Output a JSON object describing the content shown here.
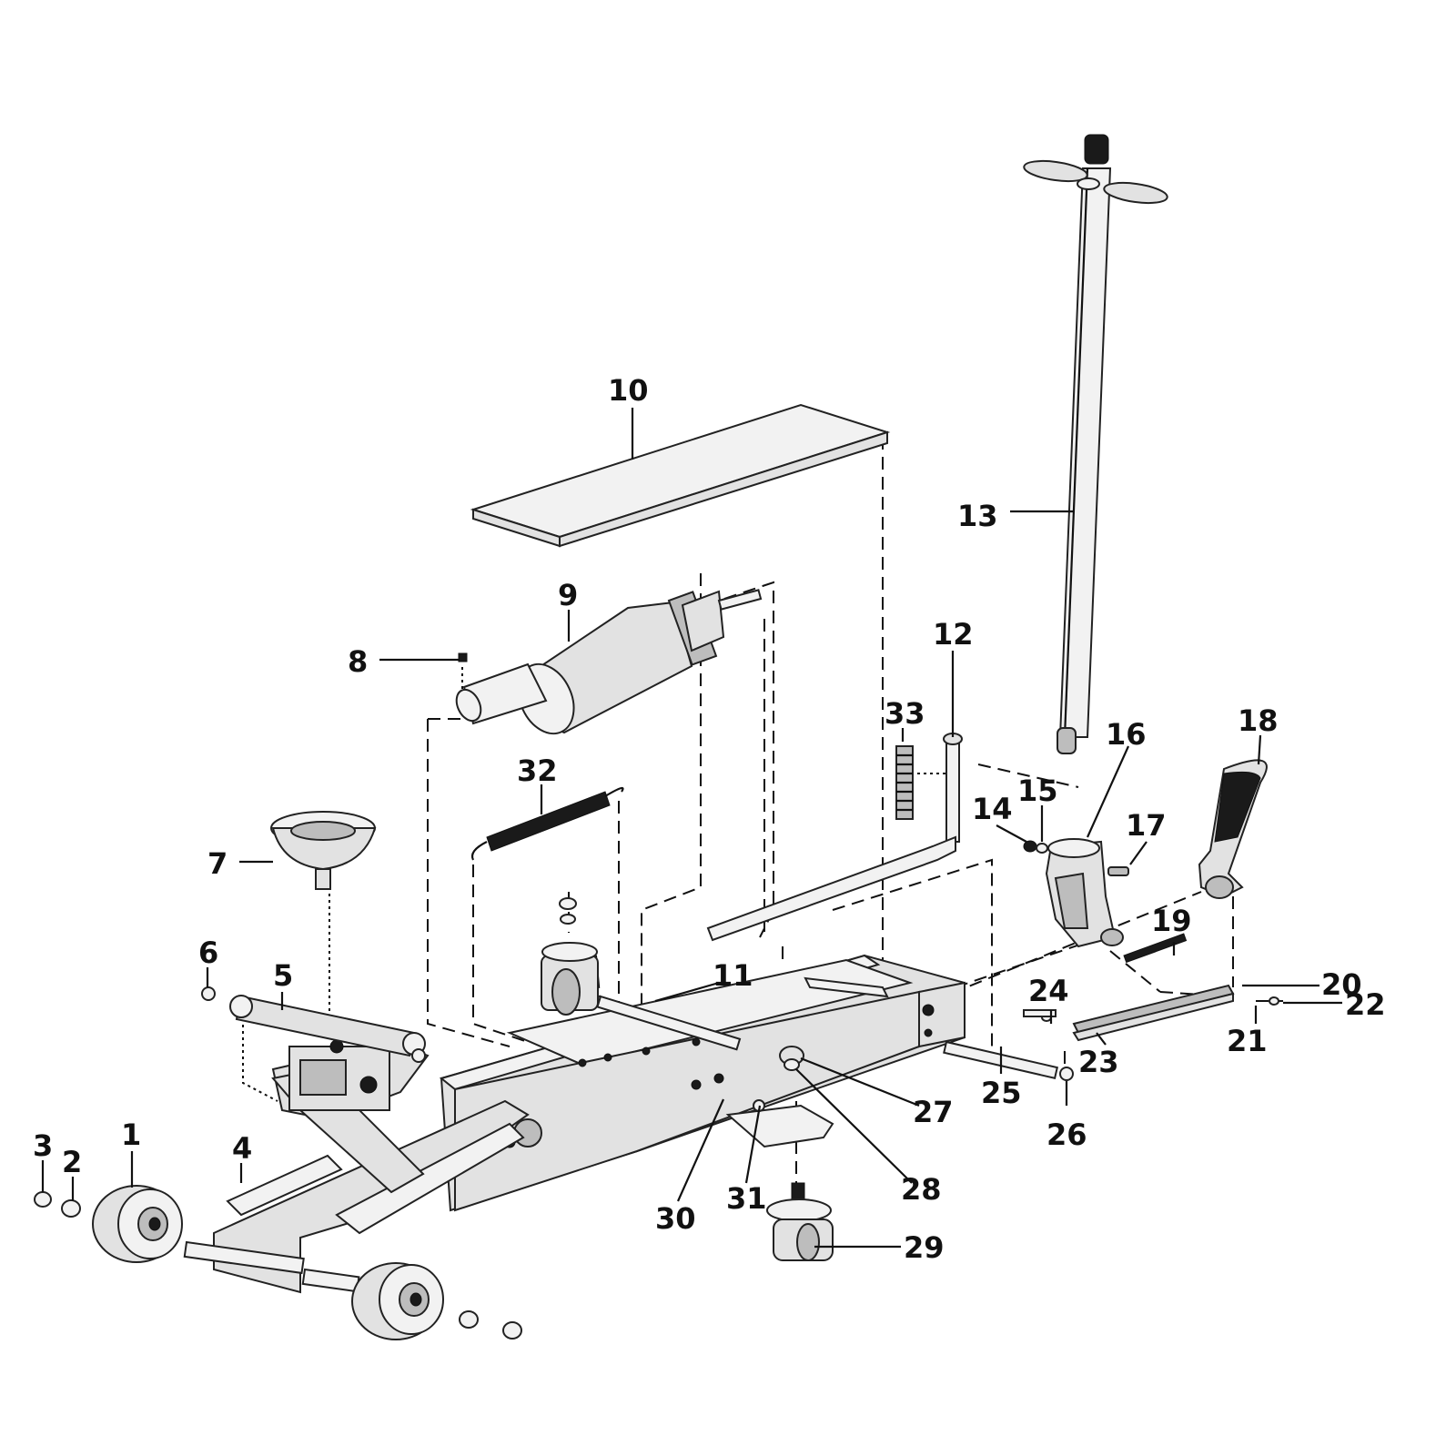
{
  "diagram": {
    "type": "exploded-parts-diagram",
    "subject": "floor-jack",
    "colors": {
      "ink": "#111111",
      "metal": "#e2e2e2",
      "metal_dark": "#bdbdbd",
      "background": "#ffffff"
    },
    "part_numbers": [
      "1",
      "2",
      "3",
      "4",
      "5",
      "6",
      "7",
      "8",
      "9",
      "10",
      "11",
      "12",
      "13",
      "14",
      "15",
      "16",
      "17",
      "18",
      "19",
      "20",
      "21",
      "22",
      "23",
      "24",
      "25",
      "26",
      "27",
      "28",
      "29",
      "30",
      "31",
      "32",
      "33"
    ]
  }
}
